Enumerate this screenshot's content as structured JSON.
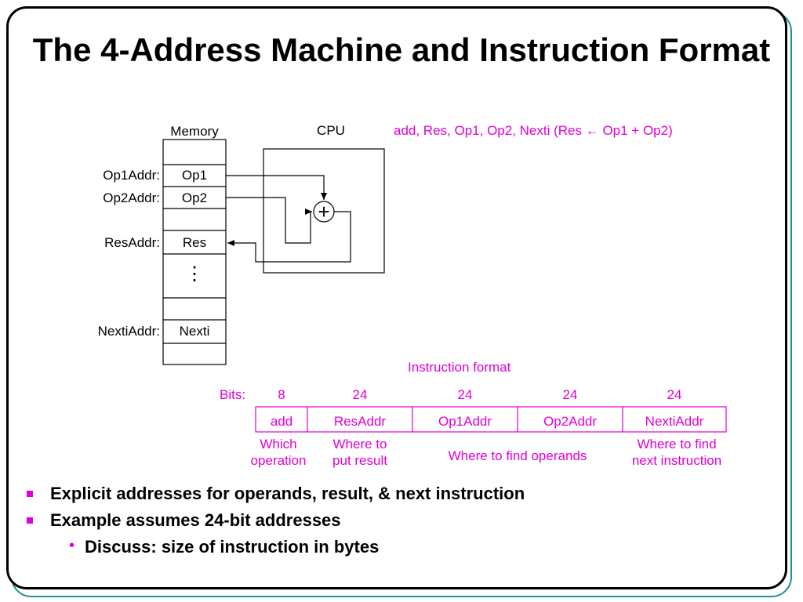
{
  "slide": {
    "title": "The 4-Address Machine and  Instruction Format"
  },
  "diagram": {
    "memory_label": "Memory",
    "cpu_label": "CPU",
    "instruction_note": "add, Res, Op1, Op2, Nexti  (Res ← Op1 + Op2)",
    "adder_symbol": "+",
    "memory_rows": [
      {
        "addr": "Op1Addr:",
        "value": "Op1"
      },
      {
        "addr": "Op2Addr:",
        "value": "Op2"
      },
      {
        "addr": "ResAddr:",
        "value": "Res"
      },
      {
        "addr": "NextiAddr:",
        "value": "Nexti"
      }
    ],
    "ellipsis": "⋮"
  },
  "instruction_format": {
    "heading": "Instruction format",
    "bits_label": "Bits:",
    "fields": [
      {
        "bits": "8",
        "name": "add"
      },
      {
        "bits": "24",
        "name": "ResAddr"
      },
      {
        "bits": "24",
        "name": "Op1Addr"
      },
      {
        "bits": "24",
        "name": "Op2Addr"
      },
      {
        "bits": "24",
        "name": "NextiAddr"
      }
    ],
    "descriptions": [
      [
        "Which",
        "operation"
      ],
      [
        "Where to",
        "put result"
      ],
      [
        "Where to find operands"
      ],
      [
        "Where to find",
        "next instruction"
      ]
    ]
  },
  "bullets": [
    {
      "level": 1,
      "text": "Explicit addresses for operands, result, & next instruction"
    },
    {
      "level": 1,
      "text": "Example assumes 24-bit addresses"
    },
    {
      "level": 2,
      "text": "Discuss: size of instruction in bytes"
    }
  ],
  "colors": {
    "accent": "#e000d6",
    "frame": "#000000",
    "frame_shadow": "#1f8f8f"
  }
}
